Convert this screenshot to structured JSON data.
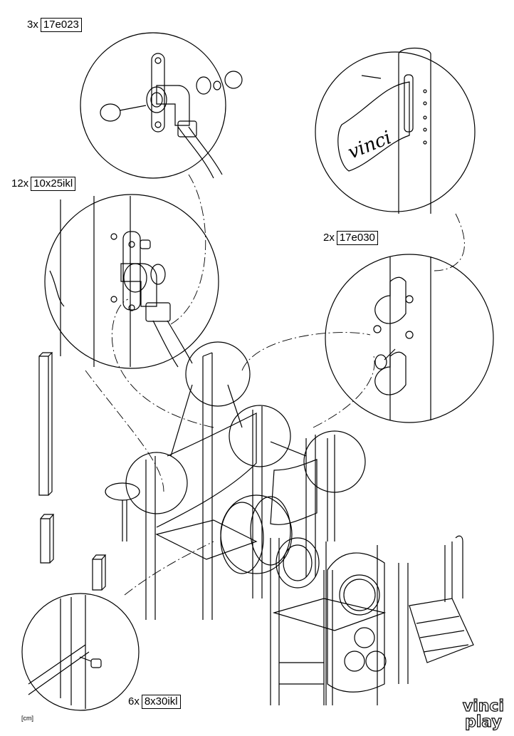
{
  "callouts": [
    {
      "qty": "3x",
      "code": "17e023"
    },
    {
      "qty": "12x",
      "code": "10x25ikl"
    },
    {
      "qty": "2x",
      "code": "17e030"
    },
    {
      "qty": "6x",
      "code": "8x30ikl"
    }
  ],
  "unit_note": "[cm]",
  "brand": {
    "line1": "vinci",
    "line2": "play"
  },
  "sign_text": "vinci"
}
